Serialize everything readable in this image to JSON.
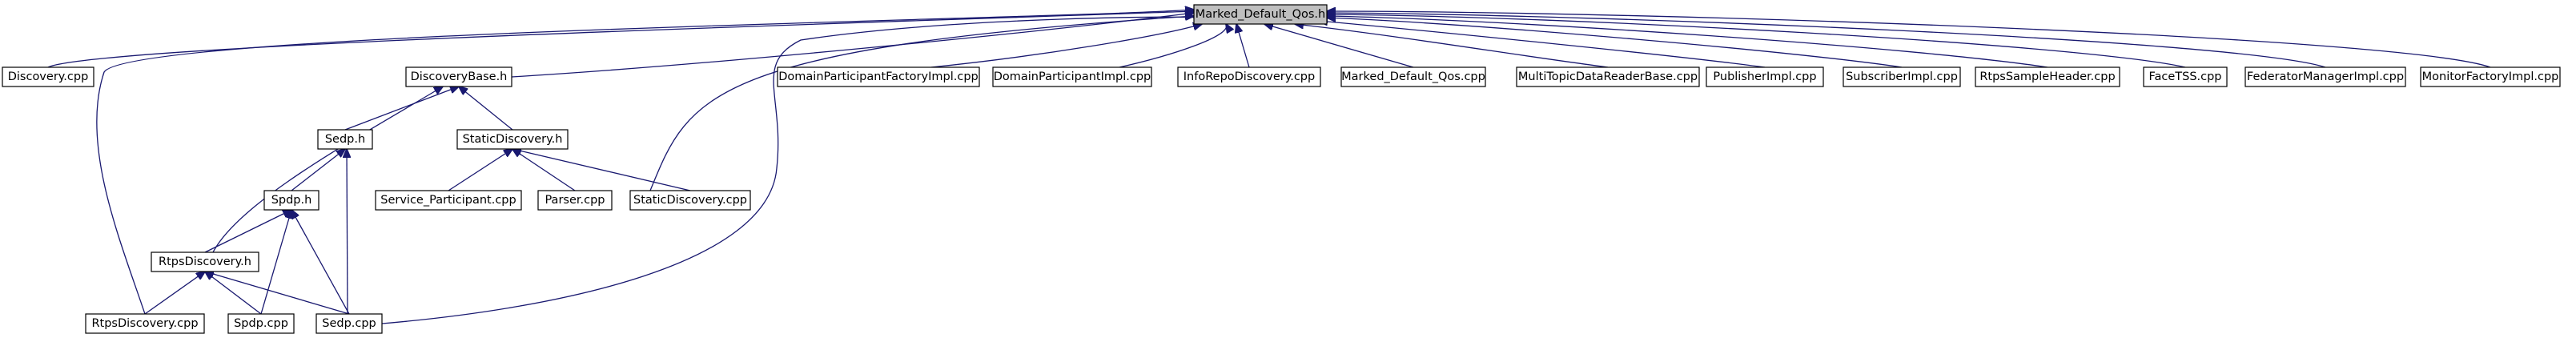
{
  "root": "marked-default-qos-h",
  "colors": {
    "edge": "#191970",
    "root_fill": "#bfbfbf",
    "node_fill": "#ffffff",
    "node_stroke": "#000000"
  },
  "nodes": [
    {
      "id": "marked-default-qos-h",
      "label": "Marked_Default_Qos.h"
    },
    {
      "id": "discovery-cpp",
      "label": "Discovery.cpp"
    },
    {
      "id": "discoverybase-h",
      "label": "DiscoveryBase.h"
    },
    {
      "id": "domainparticipantfactoryimpl-cpp",
      "label": "DomainParticipantFactoryImpl.cpp"
    },
    {
      "id": "domainparticipantimpl-cpp",
      "label": "DomainParticipantImpl.cpp"
    },
    {
      "id": "inforepodiscovery-cpp",
      "label": "InfoRepoDiscovery.cpp"
    },
    {
      "id": "marked-default-qos-cpp",
      "label": "Marked_Default_Qos.cpp"
    },
    {
      "id": "multitopicdatareaderbase-cpp",
      "label": "MultiTopicDataReaderBase.cpp"
    },
    {
      "id": "publisherimpl-cpp",
      "label": "PublisherImpl.cpp"
    },
    {
      "id": "subscriberimpl-cpp",
      "label": "SubscriberImpl.cpp"
    },
    {
      "id": "rtpssampleheader-cpp",
      "label": "RtpsSampleHeader.cpp"
    },
    {
      "id": "facetss-cpp",
      "label": "FaceTSS.cpp"
    },
    {
      "id": "federatormanagerimpl-cpp",
      "label": "FederatorManagerImpl.cpp"
    },
    {
      "id": "monitorfactoryimpl-cpp",
      "label": "MonitorFactoryImpl.cpp"
    },
    {
      "id": "sedp-h",
      "label": "Sedp.h"
    },
    {
      "id": "staticdiscovery-h",
      "label": "StaticDiscovery.h"
    },
    {
      "id": "spdp-h",
      "label": "Spdp.h"
    },
    {
      "id": "service-participant-cpp",
      "label": "Service_Participant.cpp"
    },
    {
      "id": "parser-cpp",
      "label": "Parser.cpp"
    },
    {
      "id": "staticdiscovery-cpp",
      "label": "StaticDiscovery.cpp"
    },
    {
      "id": "rtpsdiscovery-h",
      "label": "RtpsDiscovery.h"
    },
    {
      "id": "rtpsdiscovery-cpp",
      "label": "RtpsDiscovery.cpp"
    },
    {
      "id": "spdp-cpp",
      "label": "Spdp.cpp"
    },
    {
      "id": "sedp-cpp",
      "label": "Sedp.cpp"
    }
  ],
  "edges": [
    {
      "from": "discovery-cpp",
      "to": "marked-default-qos-h"
    },
    {
      "from": "discoverybase-h",
      "to": "marked-default-qos-h"
    },
    {
      "from": "domainparticipantfactoryimpl-cpp",
      "to": "marked-default-qos-h"
    },
    {
      "from": "domainparticipantimpl-cpp",
      "to": "marked-default-qos-h"
    },
    {
      "from": "inforepodiscovery-cpp",
      "to": "marked-default-qos-h"
    },
    {
      "from": "marked-default-qos-cpp",
      "to": "marked-default-qos-h"
    },
    {
      "from": "multitopicdatareaderbase-cpp",
      "to": "marked-default-qos-h"
    },
    {
      "from": "publisherimpl-cpp",
      "to": "marked-default-qos-h"
    },
    {
      "from": "subscriberimpl-cpp",
      "to": "marked-default-qos-h"
    },
    {
      "from": "rtpssampleheader-cpp",
      "to": "marked-default-qos-h"
    },
    {
      "from": "facetss-cpp",
      "to": "marked-default-qos-h"
    },
    {
      "from": "federatormanagerimpl-cpp",
      "to": "marked-default-qos-h"
    },
    {
      "from": "monitorfactoryimpl-cpp",
      "to": "marked-default-qos-h"
    },
    {
      "from": "staticdiscovery-cpp",
      "to": "marked-default-qos-h"
    },
    {
      "from": "rtpsdiscovery-cpp",
      "to": "marked-default-qos-h"
    },
    {
      "from": "sedp-cpp",
      "to": "marked-default-qos-h"
    },
    {
      "from": "sedp-h",
      "to": "discoverybase-h"
    },
    {
      "from": "staticdiscovery-h",
      "to": "discoverybase-h"
    },
    {
      "from": "rtpsdiscovery-h",
      "to": "discoverybase-h"
    },
    {
      "from": "service-participant-cpp",
      "to": "staticdiscovery-h"
    },
    {
      "from": "parser-cpp",
      "to": "staticdiscovery-h"
    },
    {
      "from": "staticdiscovery-cpp",
      "to": "staticdiscovery-h"
    },
    {
      "from": "spdp-h",
      "to": "sedp-h"
    },
    {
      "from": "sedp-cpp",
      "to": "sedp-h"
    },
    {
      "from": "rtpsdiscovery-h",
      "to": "spdp-h"
    },
    {
      "from": "spdp-cpp",
      "to": "spdp-h"
    },
    {
      "from": "sedp-cpp",
      "to": "spdp-h"
    },
    {
      "from": "rtpsdiscovery-cpp",
      "to": "rtpsdiscovery-h"
    },
    {
      "from": "spdp-cpp",
      "to": "rtpsdiscovery-h"
    },
    {
      "from": "sedp-cpp",
      "to": "rtpsdiscovery-h"
    }
  ]
}
